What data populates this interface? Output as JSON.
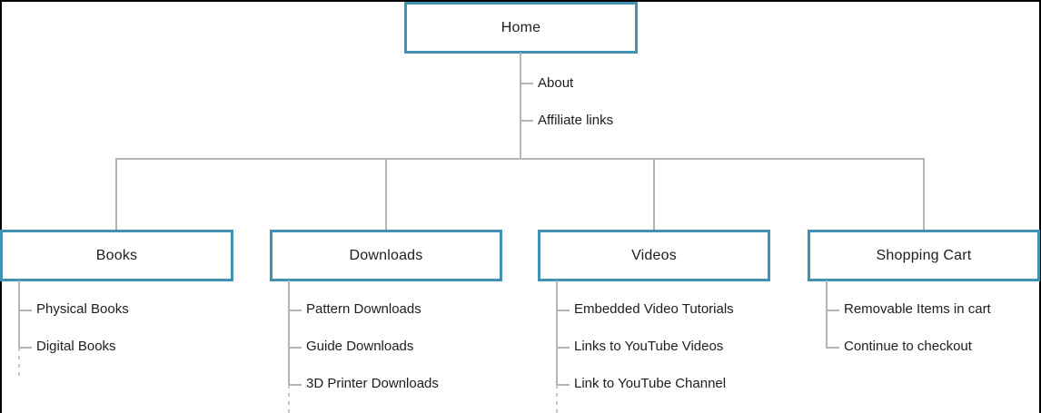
{
  "colors": {
    "node_border": "#4191b5",
    "connector": "#b5b5b5",
    "dashed_connector": "#c6c6c6",
    "text": "#1d1d1d"
  },
  "sitemap": {
    "root": {
      "label": "Home",
      "links": [
        {
          "label": "About"
        },
        {
          "label": "Affiliate links"
        }
      ]
    },
    "sections": [
      {
        "label": "Books",
        "children": [
          "Physical Books",
          "Digital Books"
        ],
        "has_more": true
      },
      {
        "label": "Downloads",
        "children": [
          "Pattern Downloads",
          "Guide Downloads",
          "3D Printer Downloads"
        ],
        "has_more": true
      },
      {
        "label": "Videos",
        "children": [
          "Embedded Video Tutorials",
          "Links to YouTube Videos",
          "Link to YouTube Channel"
        ],
        "has_more": true
      },
      {
        "label": "Shopping Cart",
        "children": [
          "Removable Items in cart",
          "Continue to checkout"
        ],
        "has_more": false
      }
    ]
  }
}
